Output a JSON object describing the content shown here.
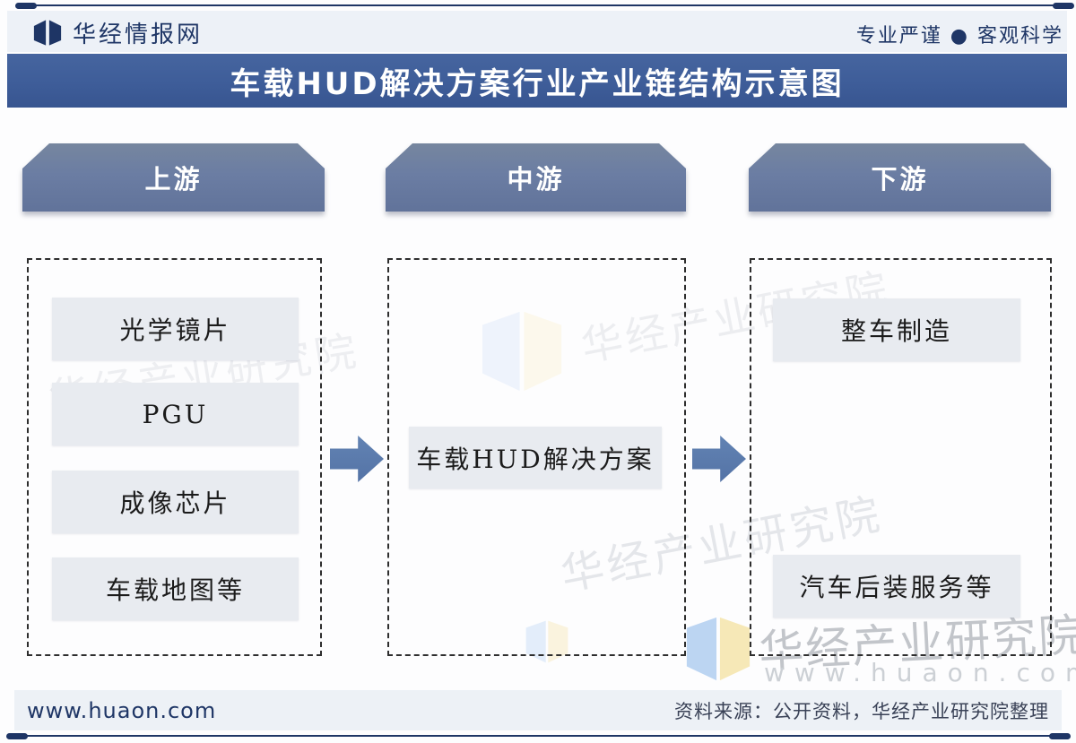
{
  "brand": {
    "logo_text": "华经情报网",
    "slogan": "专业严谨 ● 客观科学"
  },
  "title": "车载HUD解决方案行业产业链结构示意图",
  "columns": [
    {
      "id": "upstream",
      "header": "上游",
      "items": [
        "光学镜片",
        "PGU",
        "成像芯片",
        "车载地图等"
      ]
    },
    {
      "id": "midstream",
      "header": "中游",
      "items": [
        "车载HUD解决方案"
      ]
    },
    {
      "id": "downstream",
      "header": "下游",
      "items": [
        "整车制造",
        "汽车后装服务等"
      ]
    }
  ],
  "watermarks": {
    "text": "华经产业研究院",
    "url": "www.huaon.com"
  },
  "footer": {
    "site": "www.huaon.com",
    "source": "资料来源：公开资料，华经产业研究院整理"
  },
  "colors": {
    "navy": "#1e3565",
    "title_bar": "#3e5d99",
    "column_header": "#6b7da3",
    "item_box": "#e8ebf0",
    "arrow": "#5878ab",
    "strip_bg": "#edf1f6",
    "dashed_border": "#2e2e2e",
    "watermark_gray": "#c2c5ca",
    "watermark_blue": "#b9d3f2",
    "watermark_yellow": "#f6e7b4"
  }
}
